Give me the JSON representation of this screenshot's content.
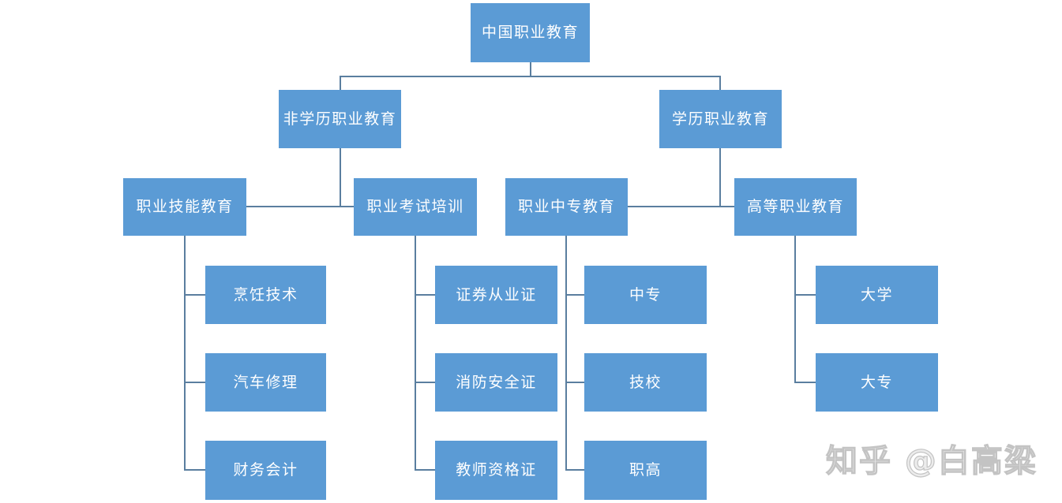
{
  "colors": {
    "box_fill": "#5B9BD5",
    "box_text": "#FFFFFF",
    "connector": "#5A7E9F",
    "watermark": "#D9D9D9",
    "background": "#FFFFFF"
  },
  "watermark": {
    "text": "知乎 @白高粱"
  },
  "tree": {
    "root": {
      "label": "中国职业教育",
      "children": [
        {
          "label": "非学历职业教育",
          "children": [
            {
              "label": "职业技能教育",
              "children": [
                {
                  "label": "烹饪技术"
                },
                {
                  "label": "汽车修理"
                },
                {
                  "label": "财务会计"
                }
              ]
            },
            {
              "label": "职业考试培训",
              "children": [
                {
                  "label": "证券从业证"
                },
                {
                  "label": "消防安全证"
                },
                {
                  "label": "教师资格证"
                }
              ]
            }
          ]
        },
        {
          "label": "学历职业教育",
          "children": [
            {
              "label": "职业中专教育",
              "children": [
                {
                  "label": "中专"
                },
                {
                  "label": "技校"
                },
                {
                  "label": "职高"
                }
              ]
            },
            {
              "label": "高等职业教育",
              "children": [
                {
                  "label": "大学"
                },
                {
                  "label": "大专"
                }
              ]
            }
          ]
        }
      ]
    }
  }
}
